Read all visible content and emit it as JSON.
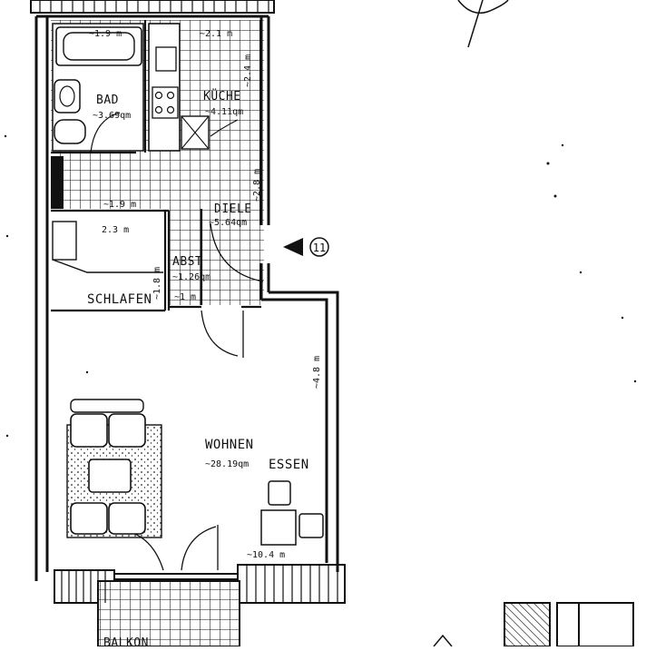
{
  "floorplan": {
    "rooms": [
      {
        "name": "BAD",
        "area": "~3.69qm"
      },
      {
        "name": "KÜCHE",
        "area": "~4.11qm"
      },
      {
        "name": "DIELE",
        "area": "~5.64qm"
      },
      {
        "name": "ABST",
        "area": "~1.26qm"
      },
      {
        "name": "SCHLAFEN",
        "area": ""
      },
      {
        "name": "WOHNEN",
        "area": "~28.19qm"
      },
      {
        "name": "ESSEN",
        "area": ""
      },
      {
        "name": "BALKON",
        "area": ""
      }
    ],
    "dimensions": {
      "bad_width": "~1.9 m",
      "kueche_width": "~2.1 m",
      "kueche_depth": "~2.4 m",
      "diele_depth": "~2.8 m",
      "bad_depth": "~1.9 m",
      "schlafen_width": "2.3 m",
      "schlafen_depth": "~1.8 m",
      "abst_width": "~1 m",
      "wohnen_depth": "~4.8 m",
      "wohnen_width": "~10.4 m"
    },
    "entrance_number": "11",
    "colors": {
      "ink": "#111111",
      "paper": "#ffffff"
    }
  }
}
